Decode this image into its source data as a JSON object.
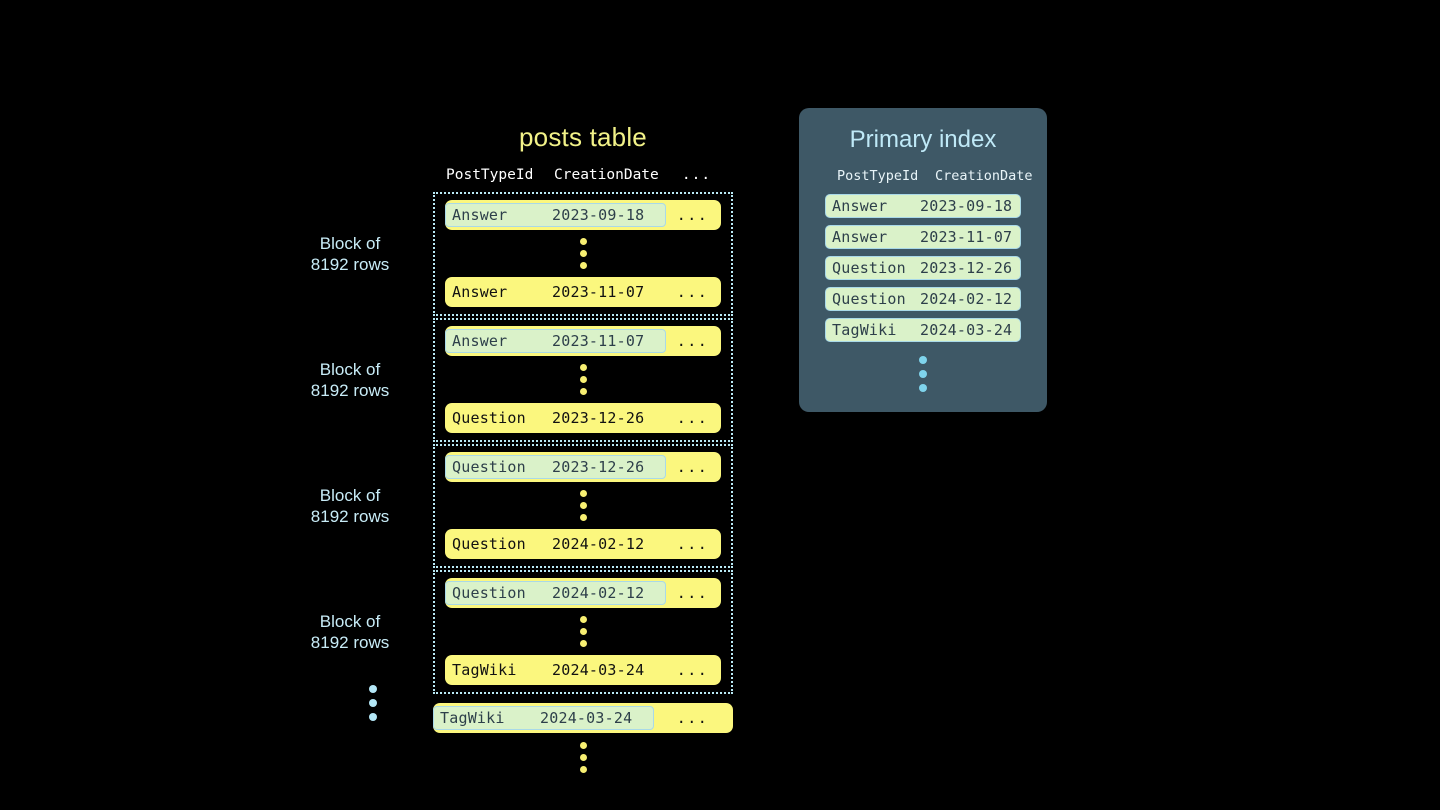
{
  "posts_table": {
    "title": "posts table",
    "columns": [
      "PostTypeId",
      "CreationDate",
      "..."
    ],
    "more_glyph": "...",
    "block_label": "Block of\n8192 rows",
    "blocks": [
      {
        "label": "Block of\n8192 rows",
        "first_row": {
          "type": "Answer",
          "date": "2023-09-18",
          "more": "...",
          "highlighted": true
        },
        "last_row": {
          "type": "Answer",
          "date": "2023-11-07",
          "more": "...",
          "highlighted": false
        }
      },
      {
        "label": "Block of\n8192 rows",
        "first_row": {
          "type": "Answer",
          "date": "2023-11-07",
          "more": "...",
          "highlighted": true
        },
        "last_row": {
          "type": "Question",
          "date": "2023-12-26",
          "more": "...",
          "highlighted": false
        }
      },
      {
        "label": "Block of\n8192 rows",
        "first_row": {
          "type": "Question",
          "date": "2023-12-26",
          "more": "...",
          "highlighted": true
        },
        "last_row": {
          "type": "Question",
          "date": "2024-02-12",
          "more": "...",
          "highlighted": false
        }
      },
      {
        "label": "Block of\n8192 rows",
        "first_row": {
          "type": "Question",
          "date": "2024-02-12",
          "more": "...",
          "highlighted": true
        },
        "last_row": {
          "type": "TagWiki",
          "date": "2024-03-24",
          "more": "...",
          "highlighted": false
        }
      }
    ],
    "trailing_row": {
      "type": "TagWiki",
      "date": "2024-03-24",
      "more": "...",
      "highlighted": true
    }
  },
  "primary_index": {
    "title": "Primary index",
    "columns": [
      "PostTypeId",
      "CreationDate"
    ],
    "rows": [
      {
        "type": "Answer",
        "date": "2023-09-18"
      },
      {
        "type": "Answer",
        "date": "2023-11-07"
      },
      {
        "type": "Question",
        "date": "2023-12-26"
      },
      {
        "type": "Question",
        "date": "2024-02-12"
      },
      {
        "type": "TagWiki",
        "date": "2024-03-24"
      }
    ]
  },
  "colors": {
    "background": "#000000",
    "row_yellow": "#fbf77e",
    "highlight_green": "#daf2c9",
    "highlight_border": "#a9d9e8",
    "block_border": "#b9e9f5",
    "title_yellow": "#f2f288",
    "panel_slate": "#3e5866",
    "panel_title_blue": "#bfe9f7",
    "label_blue": "#c8ecf7",
    "dot_yellow": "#f7ef72",
    "dot_blue": "#b4e7f7"
  }
}
